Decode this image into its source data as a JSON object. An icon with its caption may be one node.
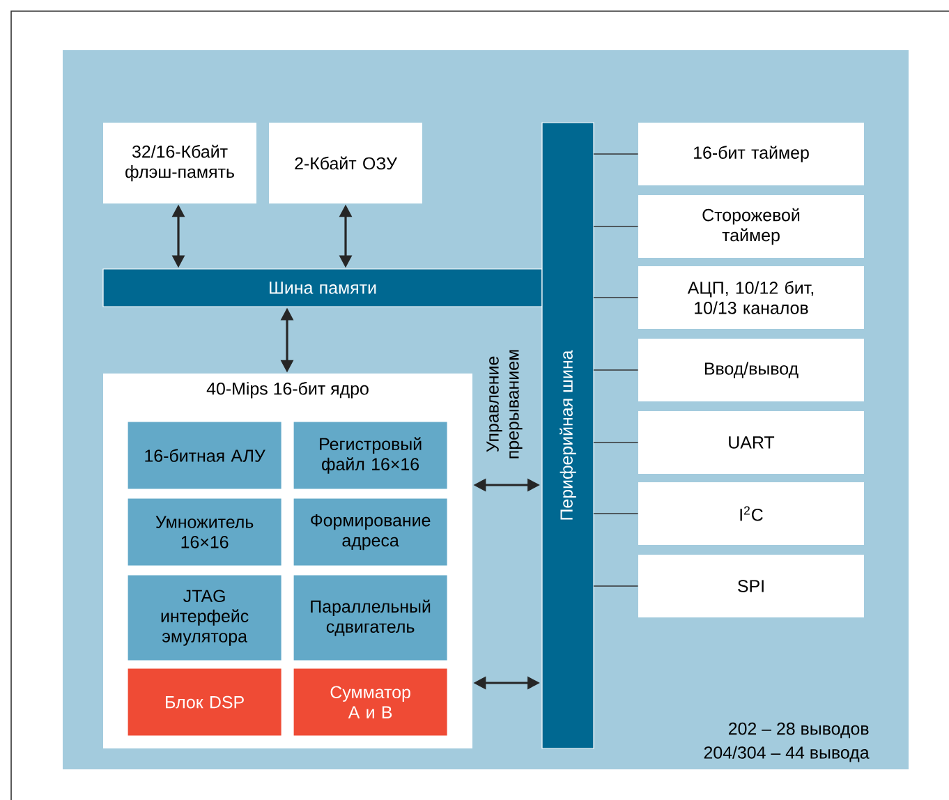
{
  "diagram": {
    "nodes": [
      {
        "text": [
          "32/16-Кбайт флэш-память"
        ]
      },
      {
        "text": [
          "2-Кбайт ОЗУ"
        ]
      },
      {
        "text": [
          "Шина памяти"
        ]
      },
      {
        "text": [
          "40-Mips 16-бит ядро"
        ]
      },
      {
        "text": [
          "16-битная АЛУ"
        ],
        "in": 3
      },
      {
        "text": [
          "Регистровый файл 16×16"
        ],
        "in": 3
      },
      {
        "text": [
          "Умножитель 16×16"
        ],
        "in": 3
      },
      {
        "text": [
          "Формирование адреса"
        ],
        "in": 3
      },
      {
        "text": [
          "JTAG интерфейс эмулятора"
        ],
        "in": 3
      },
      {
        "text": [
          "Параллельный сдвигатель"
        ],
        "in": 3
      },
      {
        "text": [
          "Блок DSP"
        ],
        "in": 3
      },
      {
        "text": [
          "Сумматор A и B"
        ],
        "in": 3
      },
      {
        "text": [
          "Периферийная шина"
        ]
      },
      {
        "text": [
          "16-бит таймер"
        ]
      },
      {
        "text": [
          "Сторожевой таймер"
        ]
      },
      {
        "text": [
          "АЦП, 10/12 бит, 10/13 каналов"
        ]
      },
      {
        "text": [
          "Ввод/вывод"
        ]
      },
      {
        "text": [
          "UART"
        ]
      },
      {
        "text": [
          "I$^{2}$C"
        ]
      },
      {
        "text": [
          "SPI"
        ]
      }
    ],
    "edges": [
      {
        "from": 0,
        "to": 2,
        "arrow": "both"
      },
      {
        "from": 1,
        "to": 2,
        "arrow": "both"
      },
      {
        "from": 2,
        "to": 3,
        "arrow": "both"
      },
      {
        "from": 3,
        "to": 12,
        "arrow": "both",
        "label": "Управление прерыванием"
      },
      {
        "from": 3,
        "to": 12,
        "arrow": "both"
      },
      {
        "from": 12,
        "to": 13,
        "arrow": "none"
      },
      {
        "from": 12,
        "to": 14,
        "arrow": "none"
      },
      {
        "from": 12,
        "to": 15,
        "arrow": "none"
      },
      {
        "from": 12,
        "to": 16,
        "arrow": "none"
      },
      {
        "from": 12,
        "to": 17,
        "arrow": "none"
      },
      {
        "from": 12,
        "to": 18,
        "arrow": "none"
      },
      {
        "from": 12,
        "to": 19,
        "arrow": "none"
      }
    ],
    "labels": [
      "202 – 28 выводов",
      "204/304 – 44 вывода"
    ]
  }
}
